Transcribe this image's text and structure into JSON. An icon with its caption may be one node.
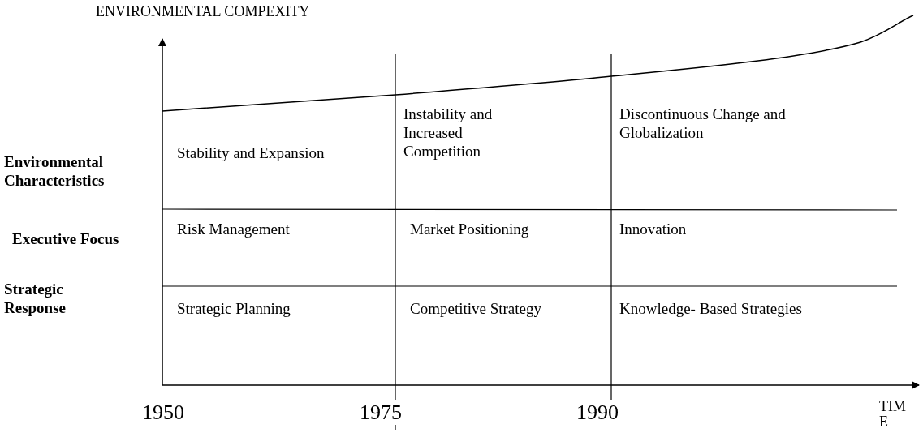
{
  "diagram": {
    "labels": [
      "ENVIRONMENTAL COMPEXITY",
      "Instability and Increased Competition",
      "Discontinuous Change and Globalization",
      "Stability and Expansion",
      "Environmental Characteristics",
      "Risk Management",
      "Market Positioning",
      "Innovation",
      "Executive Focus",
      "Strategic Response",
      "Strategic Planning",
      "Competitive Strategy",
      "Knowledge- Based Strategies",
      "1950",
      "1975",
      "1990",
      "TIME"
    ]
  }
}
